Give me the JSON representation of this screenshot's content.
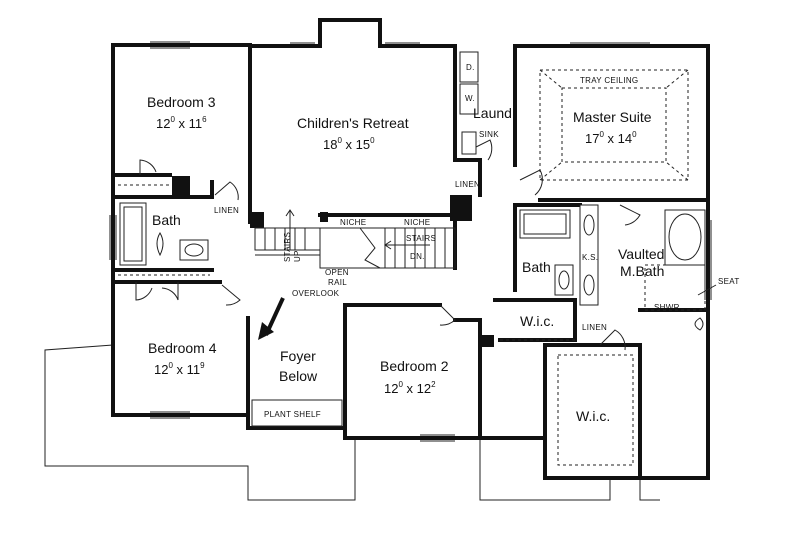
{
  "rooms": {
    "bedroom3": {
      "name": "Bedroom 3",
      "dim_w": "12",
      "dim_w_sup": "0",
      "dim_h": "11",
      "dim_h_sup": "6"
    },
    "childrens_retreat": {
      "name": "Children's Retreat",
      "dim_w": "18",
      "dim_w_sup": "0",
      "dim_h": "15",
      "dim_h_sup": "0"
    },
    "master_suite": {
      "name": "Master Suite",
      "dim_w": "17",
      "dim_w_sup": "0",
      "dim_h": "14",
      "dim_h_sup": "0"
    },
    "bedroom4": {
      "name": "Bedroom 4",
      "dim_w": "12",
      "dim_w_sup": "0",
      "dim_h": "11",
      "dim_h_sup": "9"
    },
    "bedroom2": {
      "name": "Bedroom 2",
      "dim_w": "12",
      "dim_w_sup": "0",
      "dim_h": "12",
      "dim_h_sup": "2"
    }
  },
  "labels": {
    "tray_ceiling": "TRAY CEILING",
    "laundry": "Laund.",
    "sink": "SINK",
    "dryer": "D.",
    "washer": "W.",
    "linen_hall": "LINEN",
    "linen_bath3": "LINEN",
    "linen_master": "LINEN",
    "bath_left": "Bath",
    "bath_mid": "Bath",
    "niche_1": "NICHE",
    "niche_2": "NICHE",
    "stairs_up": "STAIRS",
    "stairs_up_dir": "UP",
    "stairs_down": "STAIRS",
    "stairs_down_dir": "DN.",
    "open_rail_1": "OPEN",
    "open_rail_2": "RAIL",
    "overlook": "OVERLOOK",
    "foyer_1": "Foyer",
    "foyer_2": "Below",
    "plant_shelf": "PLANT SHELF",
    "vaulted_1": "Vaulted",
    "vaulted_2": "M.Bath",
    "ks": "K.S.",
    "shower": "SHWR.",
    "seat": "SEAT",
    "wic_1": "W.i.c.",
    "wic_2": "W.i.c."
  }
}
